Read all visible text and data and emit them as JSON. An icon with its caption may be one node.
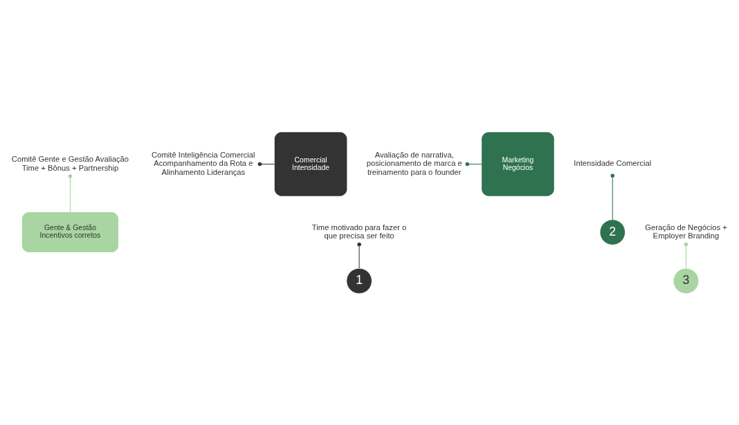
{
  "diagram": {
    "nodes": [
      {
        "text": [
          "Gente & Gestão",
          "Incentivos corretos"
        ]
      },
      {
        "text": [
          "Comercial",
          "Intensidade"
        ]
      },
      {
        "text": [
          "Marketing",
          "Negócios"
        ]
      },
      {
        "text": [
          "1"
        ]
      },
      {
        "text": [
          "2"
        ]
      },
      {
        "text": [
          "3"
        ]
      },
      {
        "text": [
          "Comitê Gente e Gestão Avaliação Time + Bônus + Partnership"
        ]
      },
      {
        "text": [
          "Geração de Negócios + Employer Branding"
        ]
      },
      {
        "text": [
          "Time motivado para fazer o que precisa ser feito"
        ]
      },
      {
        "text": [
          "Avaliação de narrativa, posicionamento de marca e treinamento para o founder"
        ]
      },
      {
        "text": [
          "Comitê Inteligência Comercial Acompanhamento da Rota e Alinhamento Lideranças"
        ]
      },
      {
        "text": [
          "Intensidade Comercial"
        ]
      }
    ],
    "edges": [
      {
        "from": 6,
        "to": 0,
        "arrow": "other",
        "color": "#a8d5a2"
      },
      {
        "from": 7,
        "to": 5,
        "arrow": "other",
        "color": "#a8d5a2"
      },
      {
        "from": 8,
        "to": 3,
        "arrow": "other",
        "color": "#333333"
      },
      {
        "from": 9,
        "to": 2,
        "arrow": "other",
        "color": "#2e7250"
      },
      {
        "from": 10,
        "to": 1,
        "arrow": "other",
        "color": "#333333"
      },
      {
        "from": 11,
        "to": 4,
        "arrow": "other",
        "color": "#2e7250"
      }
    ]
  }
}
